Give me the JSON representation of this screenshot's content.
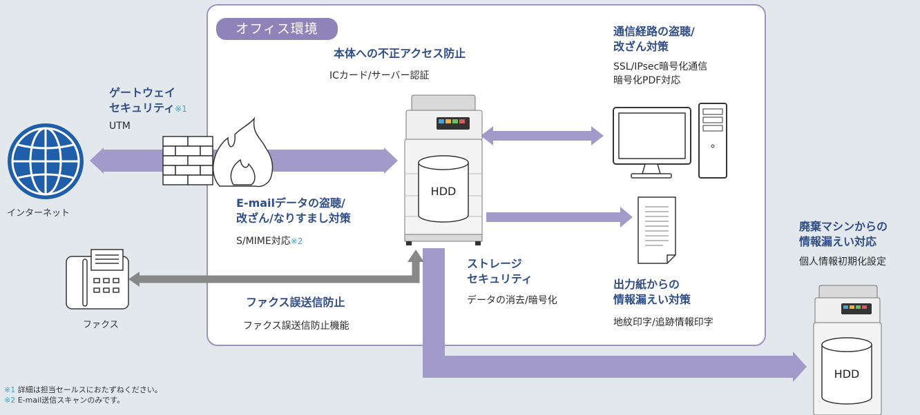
{
  "office_label": "オフィス環境",
  "gateway": {
    "title_line1": "ゲートウェイ",
    "title_line2": "セキュリティ",
    "note_mark": "※1",
    "desc": "UTM"
  },
  "access": {
    "title": "本体への不正アクセス防止",
    "desc": "ICカード/サーバー認証"
  },
  "comm": {
    "title_line1": "通信経路の盗聴/",
    "title_line2": "改ざん対策",
    "desc_line1": "SSL/IPsec暗号化通信",
    "desc_line2": "暗号化PDF対応"
  },
  "email": {
    "title_line1": "E-mailデータの盗聴/",
    "title_line2": "改ざん/なりすまし対策",
    "desc": "S/MIME対応",
    "note_mark": "※2"
  },
  "fax_security": {
    "title": "ファクス誤送信防止",
    "desc": "ファクス誤送信防止機能"
  },
  "storage": {
    "title_line1": "ストレージ",
    "title_line2": "セキュリティ",
    "desc": "データの消去/暗号化"
  },
  "paper": {
    "title_line1": "出力紙からの",
    "title_line2": "情報漏えい対策",
    "desc": "地紋印字/追跡情報印字"
  },
  "disposal": {
    "title_line1": "廃棄マシンからの",
    "title_line2": "情報漏えい対応",
    "desc": "個人情報初期化設定"
  },
  "internet_label": "インターネット",
  "fax_label": "ファクス",
  "hdd_label": "HDD",
  "footnotes": [
    {
      "mark": "※1",
      "text": "詳細は担当セールスにおたずねください。"
    },
    {
      "mark": "※2",
      "text": "E-mail送信スキャンのみです。"
    }
  ],
  "colors": {
    "arrow_purple": "#a29ac9",
    "arrow_gray": "#888888",
    "title_blue": "#2f4d86",
    "globe_blue": "#1f5ea8",
    "note_cyan": "#3aa3cf"
  }
}
